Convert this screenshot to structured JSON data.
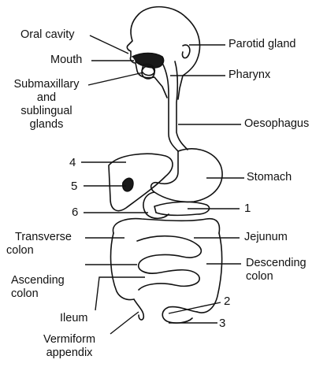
{
  "labels": {
    "oral_cavity": "Oral cavity",
    "mouth": "Mouth",
    "submaxillary_1": "Submaxillary",
    "submaxillary_2": "and",
    "submaxillary_3": "sublingual",
    "submaxillary_4": "glands",
    "parotid": "Parotid gland",
    "pharynx": "Pharynx",
    "oesophagus": "Oesophagus",
    "stomach": "Stomach",
    "num_4": "4",
    "num_5": "5",
    "num_6": "6",
    "num_1": "1",
    "num_2": "2",
    "num_3": "3",
    "transverse_1": "Transverse",
    "transverse_2": "colon",
    "jejunum": "Jejunum",
    "ascending_1": "Ascending",
    "ascending_2": "colon",
    "descending_1": "Descending",
    "descending_2": "colon",
    "ileum": "Ileum",
    "vermiform_1": "Vermiform",
    "vermiform_2": "appendix"
  }
}
